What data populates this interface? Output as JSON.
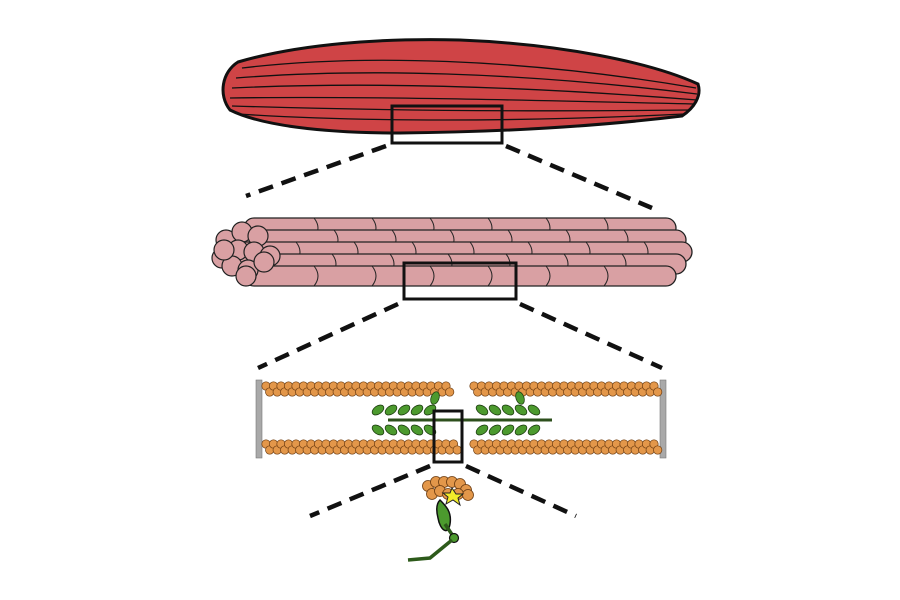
{
  "diagram": {
    "kind": "muscle-hierarchy-zoom",
    "levels": [
      "muscle",
      "muscle-fiber-bundle",
      "sarcomere",
      "myosin-actin-crossbridge"
    ],
    "colors": {
      "muscle": "#cf4446",
      "fiber": "#d9a0a3",
      "actin": "#e3974a",
      "myosin": "#4c9a2e",
      "z_disc": "#a9a9a9",
      "atp": "#f2ec2a",
      "outline": "#111111"
    }
  }
}
